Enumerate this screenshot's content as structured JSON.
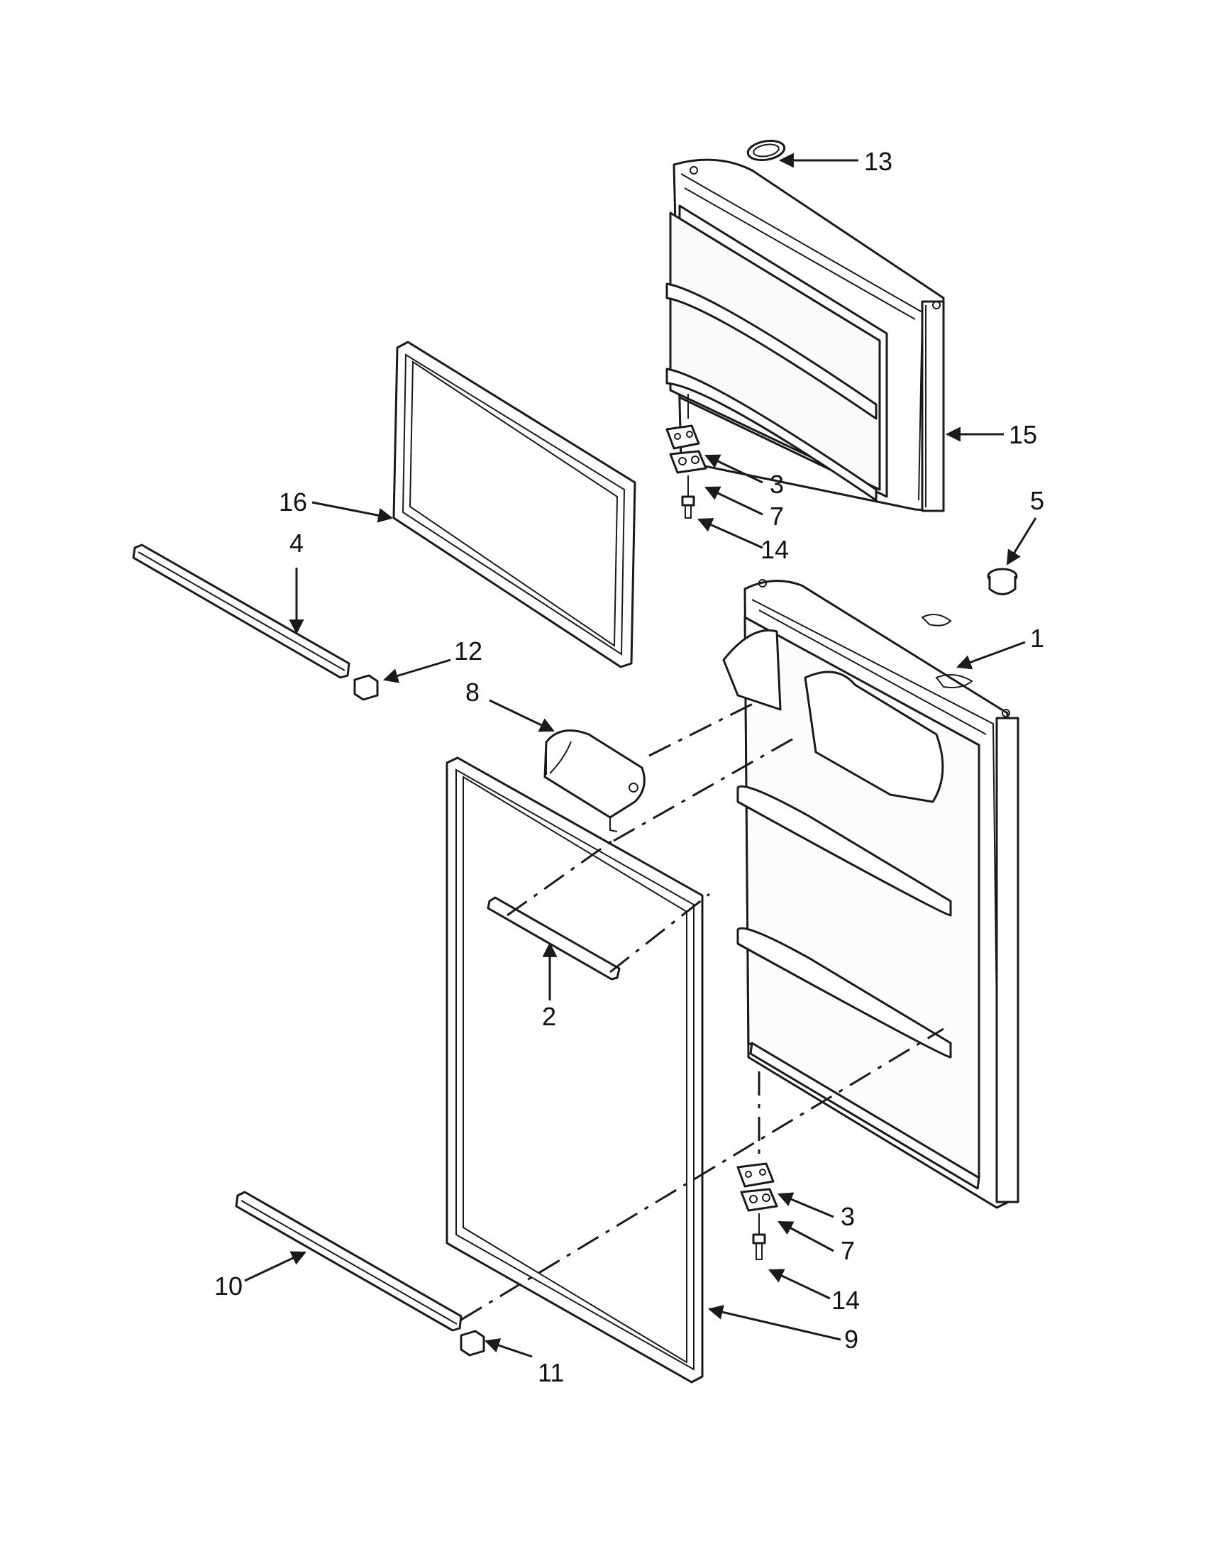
{
  "callouts": {
    "c1": "1",
    "c2": "2",
    "c3a": "3",
    "c3b": "3",
    "c4": "4",
    "c5": "5",
    "c7a": "7",
    "c7b": "7",
    "c8": "8",
    "c9": "9",
    "c10": "10",
    "c11": "11",
    "c12": "12",
    "c13": "13",
    "c14a": "14",
    "c14b": "14",
    "c15": "15",
    "c16": "16"
  },
  "colors": {
    "line": "#1a1a1a",
    "background": "#ffffff"
  }
}
